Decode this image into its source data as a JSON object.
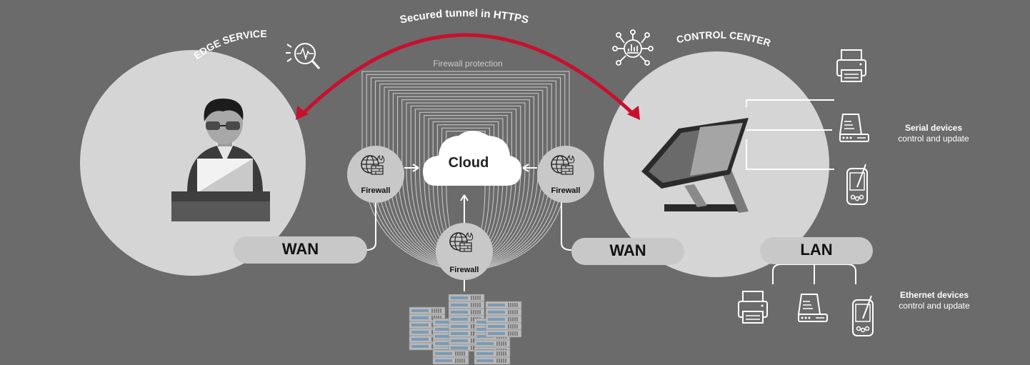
{
  "tunnel_label": "Secured tunnel in HTTPS",
  "edge_service_label": "EDGE SERVICE",
  "control_center_label": "CONTROL CENTER",
  "firewall_protection_label": "Firewall protection",
  "cloud_label": "Cloud",
  "firewall_label": "Firewall",
  "wan_left_label": "WAN",
  "wan_right_label": "WAN",
  "lan_label": "LAN",
  "serial_devices": {
    "title": "Serial devices",
    "subtitle": "control and update"
  },
  "ethernet_devices": {
    "title": "Ethernet devices",
    "subtitle": "control and update"
  },
  "colors": {
    "background": "#6b6b6b",
    "circle": "#d5d5d5",
    "tunnel": "#c8102e",
    "pill": "#c8c8c8",
    "line": "#ffffff"
  },
  "icons": [
    "magnifier-pulse-icon",
    "network-analytics-icon",
    "firewall-globe-icon",
    "cloud-icon",
    "printer-icon",
    "drive-icon",
    "handheld-icon",
    "server-rack-icon",
    "person-laptop-icon",
    "touchscreen-icon"
  ]
}
